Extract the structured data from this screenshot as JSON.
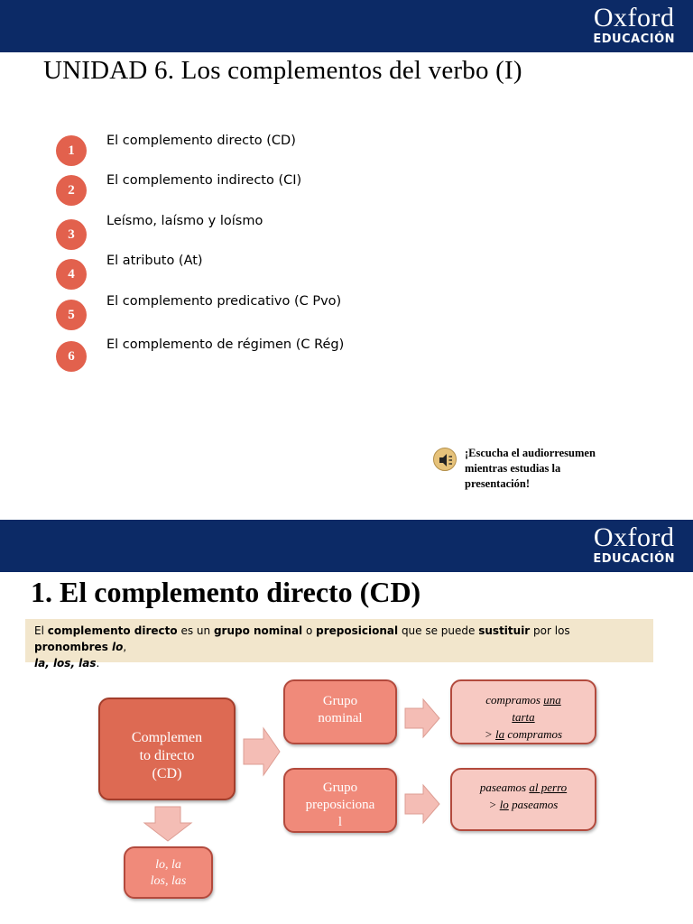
{
  "brand": {
    "logo_main": "Oxford",
    "logo_sub": "EDUCACIÓN"
  },
  "slide1": {
    "title": "UNIDAD 6. Los complementos del verbo (I)",
    "items": [
      {
        "num": "1",
        "label": "El complemento directo (CD)"
      },
      {
        "num": "2",
        "label": "El complemento indirecto (CI)"
      },
      {
        "num": "3",
        "label": "Leísmo, laísmo y loísmo"
      },
      {
        "num": "4",
        "label": "El atributo (At)"
      },
      {
        "num": "5",
        "label": "El complemento predicativo (C Pvo)"
      },
      {
        "num": "6",
        "label": "El complemento de régimen (C Rég)"
      }
    ],
    "audio": {
      "line1": "¡Escucha el audiorresumen",
      "line2": "mientras estudias la",
      "line3": "presentación!",
      "icon": "speaker-icon"
    }
  },
  "slide2": {
    "title": "1. El complemento directo (CD)",
    "definition": {
      "t1": "El ",
      "b1": "complemento directo",
      "t2": " es un ",
      "b2": "grupo nominal",
      "t3": " o ",
      "b3": "preposicional",
      "t4": " que se puede ",
      "b4": "sustituir",
      "t5": " por los ",
      "b5": "pronombres",
      "i1": " lo",
      "t6": ",",
      "i2": "la, los, las",
      "t7": "."
    },
    "diagram": {
      "main_l1": "Complemen",
      "main_l2": "to directo",
      "main_l3": "(CD)",
      "nominal_l1": "Grupo",
      "nominal_l2": "nominal",
      "prep_l1": "Grupo",
      "prep_l2": "preposiciona",
      "prep_l3": "l",
      "ex1_a": "compramos ",
      "ex1_u": "una",
      "ex1_b": "tarta",
      "ex1_c": "> ",
      "ex1_d": "la",
      "ex1_e": " compramos",
      "ex2_a": "paseamos ",
      "ex2_u": "al perro",
      "ex2_c": "> ",
      "ex2_d": "lo",
      "ex2_e": " paseamos",
      "pron_l1": "lo, la",
      "pron_l2": "los, las"
    }
  },
  "colors": {
    "banner": "#0c2a66",
    "accent": "#e2614d",
    "definition_bg": "#f2e6cc"
  }
}
